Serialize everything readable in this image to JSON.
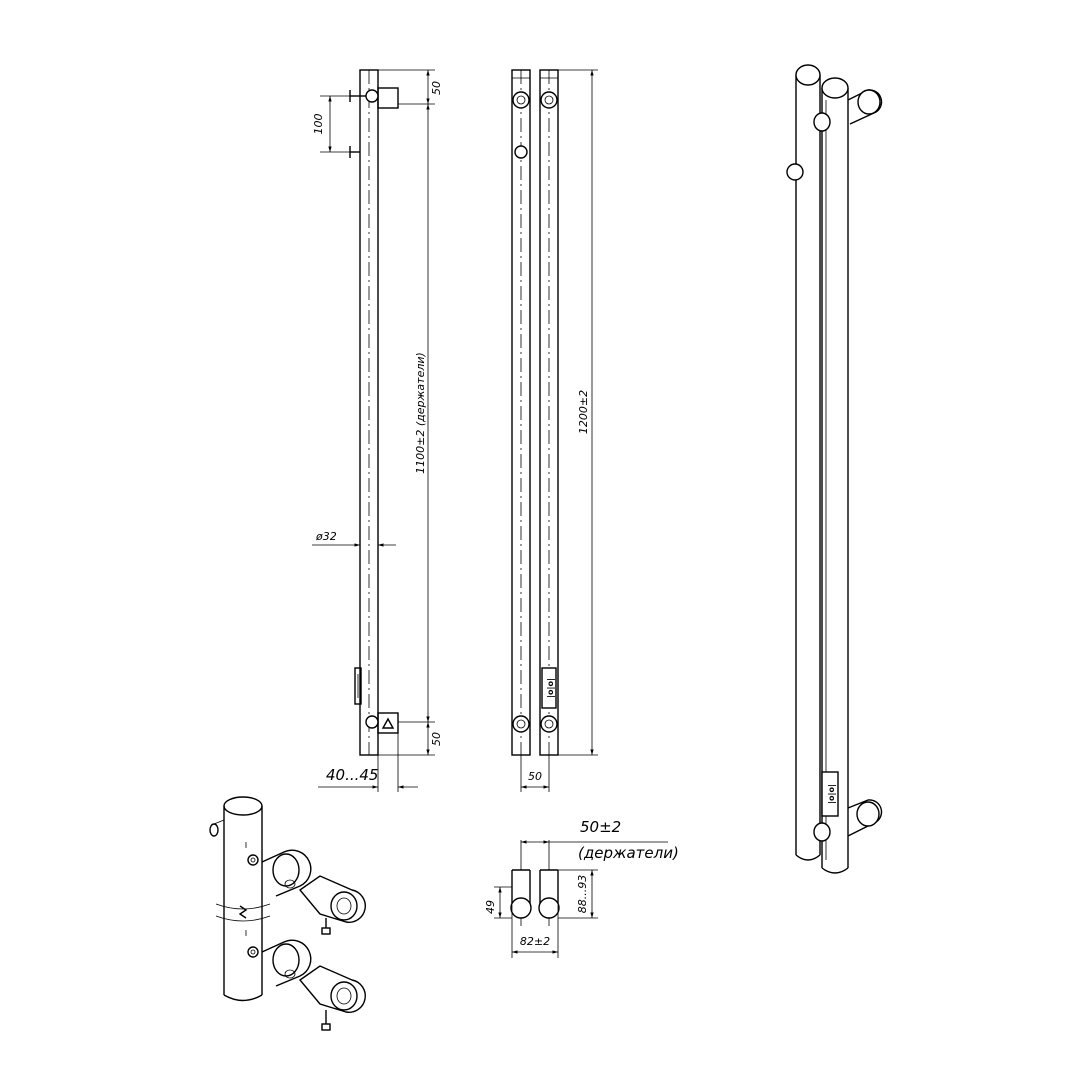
{
  "dimensions": {
    "top_offset": "50",
    "bracket_spacing": "100",
    "holder_length": "1100±2 (держатели)",
    "tube_diameter": "ø32",
    "bottom_offset": "50",
    "wall_gap": "40...45",
    "total_length": "1200±2",
    "front_width": "50",
    "holder_spacing": "50±2",
    "holder_note": "(держатели)",
    "height_49": "49",
    "depth": "88...93",
    "width_82": "82±2"
  },
  "controller_label": "|o|o|",
  "colors": {
    "line": "#000000",
    "background": "#ffffff"
  }
}
